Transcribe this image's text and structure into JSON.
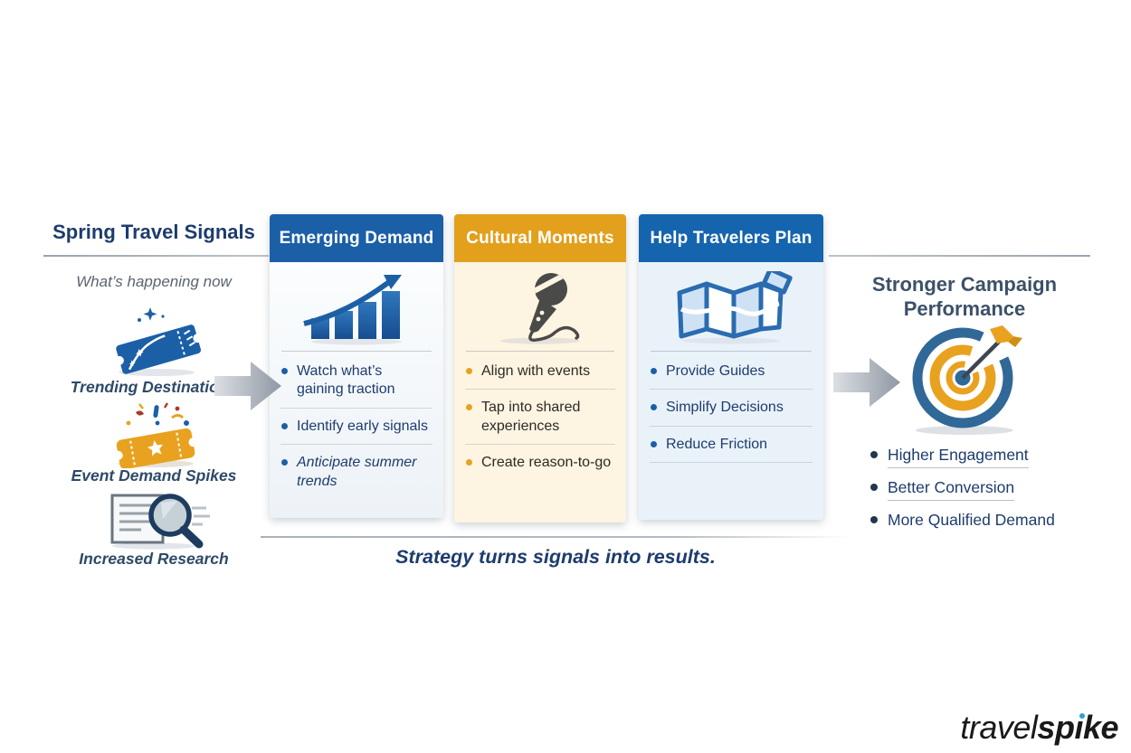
{
  "colors": {
    "accent_blue": "#1b5fa7",
    "accent_blue_alt": "#1565ae",
    "accent_orange": "#e2a01d",
    "navy_text": "#1d3c6e",
    "slate_title": "#3c5168",
    "subtitle_gray": "#5a6470",
    "card_cream_bg": "#fdf4e2",
    "card_lightblue_bg": "#eaf2f9",
    "logo_dot_blue": "#2f9fd4"
  },
  "icons": {
    "blue-ticket-icon": "🎫",
    "gold-ticket-icon": "🎟",
    "research-magnifier-icon": "🔍",
    "bar-chart-growth-icon": "📈",
    "microphone-icon": "🎤",
    "map-icon": "🗺",
    "target-arrow-icon": "🎯",
    "flow-arrow-icon": "➜"
  },
  "left_panel": {
    "title": "Spring Travel Signals",
    "subtitle": "What’s happening now",
    "items": [
      {
        "label": "Trending Destinations",
        "icon": "blue-ticket-icon"
      },
      {
        "label": "Event Demand Spikes",
        "icon": "gold-ticket-icon"
      },
      {
        "label": "Increased Research",
        "icon": "research-magnifier-icon"
      }
    ]
  },
  "cards": [
    {
      "title": "Emerging Demand",
      "icon": "bar-chart-growth-icon",
      "header_color": "#1b5fa7",
      "bullets": [
        "Watch what’s gaining traction",
        "Identify early signals",
        "Anticipate summer trends"
      ]
    },
    {
      "title": "Cultural Moments",
      "icon": "microphone-icon",
      "header_color": "#e2a01d",
      "bullets": [
        "Align with events",
        "Tap into shared experiences",
        "Create reason-to-go"
      ]
    },
    {
      "title": "Help Travelers Plan",
      "icon": "map-icon",
      "header_color": "#1565ae",
      "bullets": [
        "Provide Guides",
        "Simplify Decisions",
        "Reduce Friction"
      ]
    }
  ],
  "outcome_panel": {
    "title_line1": "Stronger Campaign",
    "title_line2": "Performance",
    "icon": "target-arrow-icon",
    "bullets": [
      "Higher Engagement",
      "Better Conversion",
      "More Qualified Demand"
    ]
  },
  "tagline": "Strategy turns signals into results.",
  "logo": {
    "light": "travel",
    "bold_pre": "sp",
    "i_dotless": "ı",
    "bold_post": "ke"
  }
}
